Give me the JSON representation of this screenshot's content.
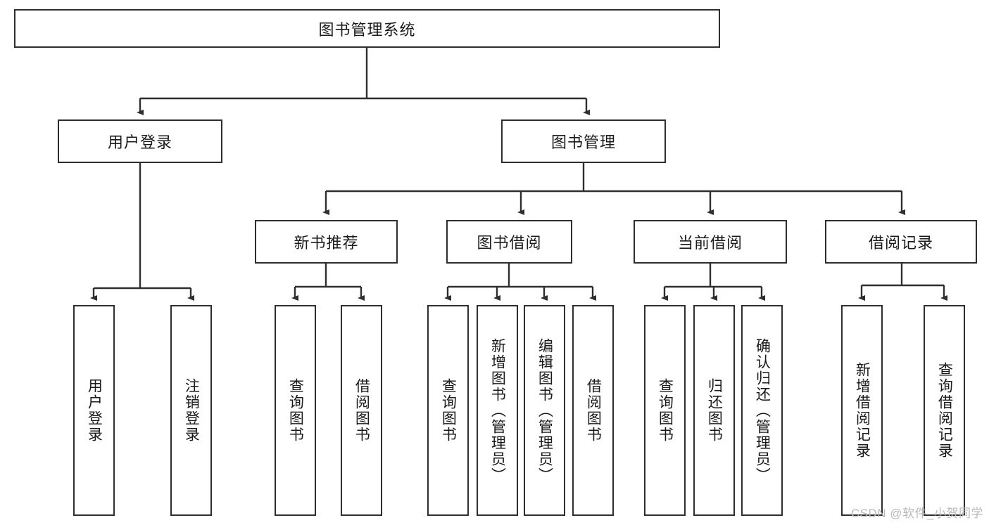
{
  "diagram": {
    "title": "图书管理系统",
    "root": {
      "label": "图书管理系统"
    },
    "level1": [
      {
        "label": "用户登录"
      },
      {
        "label": "图书管理"
      }
    ],
    "level2": [
      {
        "label": "新书推荐"
      },
      {
        "label": "图书借阅"
      },
      {
        "label": "当前借阅"
      },
      {
        "label": "借阅记录"
      }
    ],
    "leaves": {
      "user_login": [
        {
          "label": "用户登录"
        },
        {
          "label": "注销登录"
        }
      ],
      "new_book_recommend": [
        {
          "label": "查询图书"
        },
        {
          "label": "借阅图书"
        }
      ],
      "book_borrow": [
        {
          "label": "查询图书"
        },
        {
          "label": "新增图书（管理员）"
        },
        {
          "label": "编辑图书（管理员）"
        },
        {
          "label": "借阅图书"
        }
      ],
      "current_borrow": [
        {
          "label": "查询图书"
        },
        {
          "label": "归还图书"
        },
        {
          "label": "确认归还（管理员）"
        }
      ],
      "borrow_record": [
        {
          "label": "新增借阅记录"
        },
        {
          "label": "查询借阅记录"
        }
      ]
    }
  },
  "watermark": {
    "text": "CSDN @软件_小贺同学"
  },
  "colors": {
    "border": "#2e2e2e",
    "background": "#ffffff",
    "text": "#1a1a1a",
    "watermark": "#b9b9b9"
  }
}
